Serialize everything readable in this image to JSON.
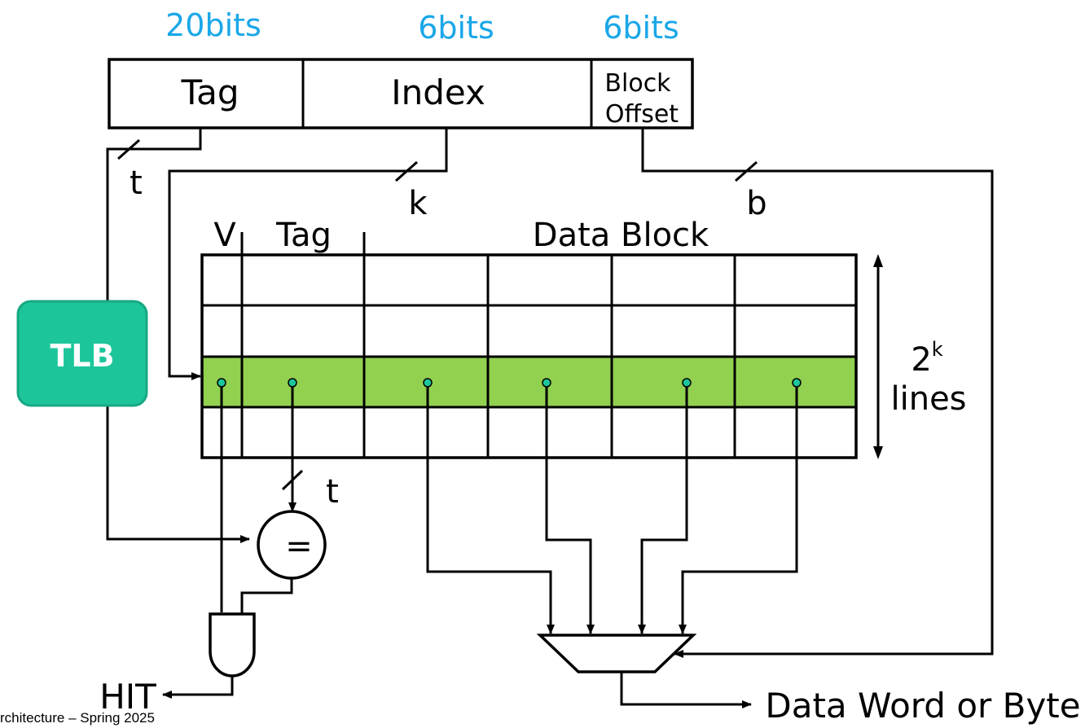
{
  "address": {
    "fields": [
      {
        "name": "Tag",
        "width": "20bits"
      },
      {
        "name": "Index",
        "width": "6bits"
      },
      {
        "name": "Block",
        "name2": "Offset",
        "width": "6bits"
      }
    ]
  },
  "wire_labels": {
    "tag_bits": "t",
    "index_bits": "k",
    "offset_bits": "b",
    "compare_bits": "t"
  },
  "cache": {
    "col_v": "V",
    "col_tag": "Tag",
    "col_data": "Data Block",
    "lines_base": "2",
    "lines_exp": "k",
    "lines_word": "lines",
    "highlight_color": "#92d050"
  },
  "tlb": {
    "label": "TLB",
    "color": "#1cc69a"
  },
  "comparator": {
    "symbol": "="
  },
  "outputs": {
    "hit": "HIT",
    "data": "Data Word or Byte"
  },
  "footer": "rchitecture – Spring 2025"
}
